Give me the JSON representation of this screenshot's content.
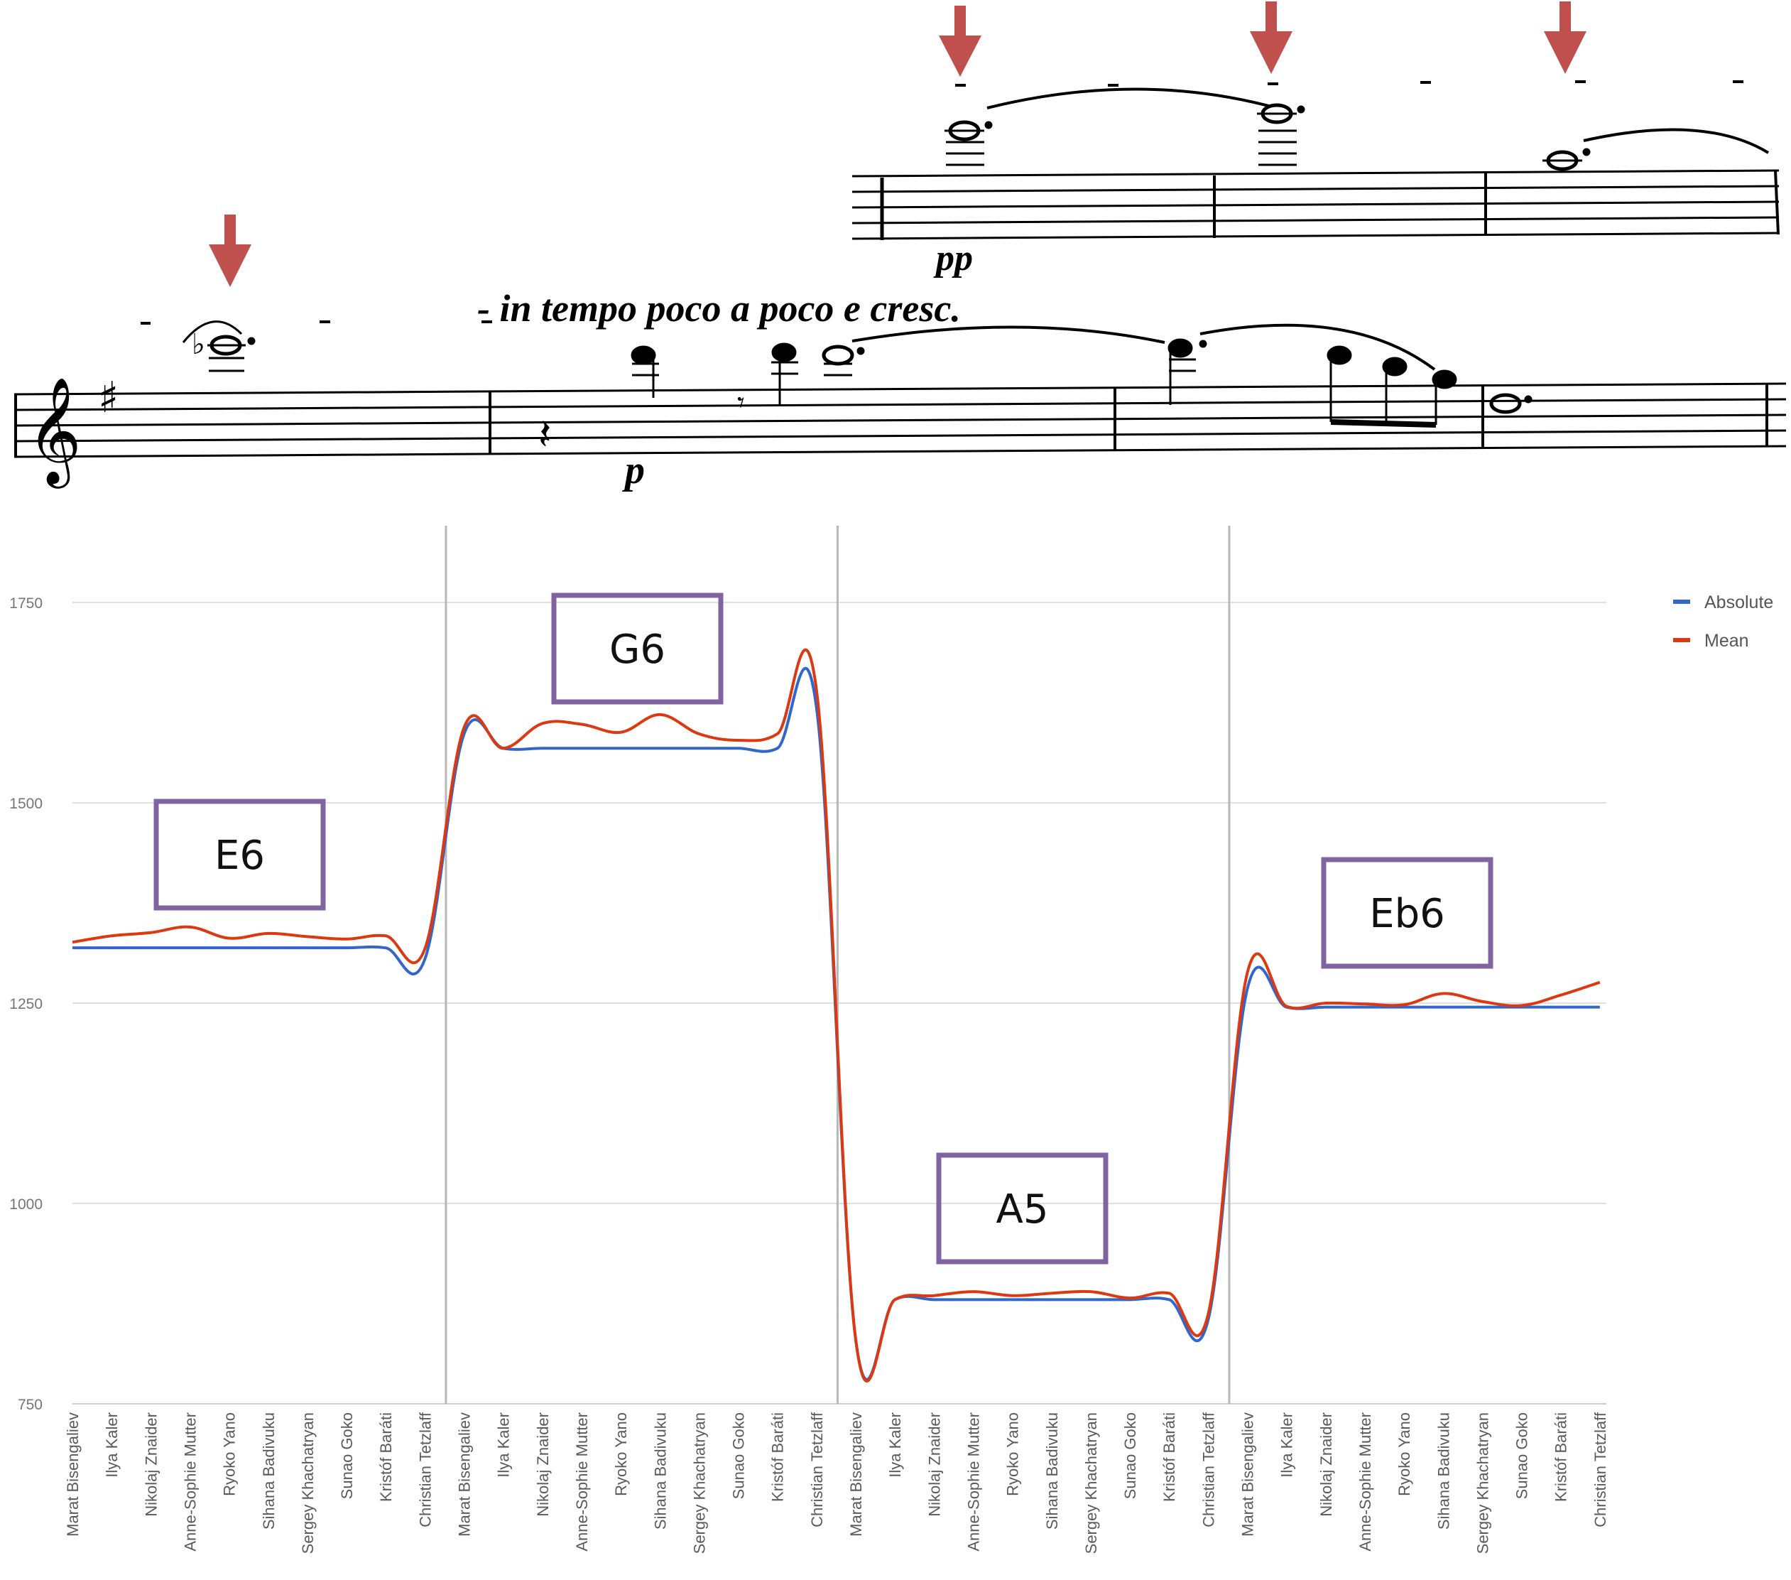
{
  "score": {
    "direction": "- in tempo  poco  a  poco  e  cresc.",
    "dynamics": [
      "pp",
      "p"
    ],
    "marker_color": "#c0504d",
    "marker_icon": "down-arrow-icon"
  },
  "chart_data": {
    "type": "line",
    "title": "",
    "xlabel": "",
    "ylabel": "",
    "ylim": [
      750,
      1750
    ],
    "yticks": [
      750,
      1000,
      1250,
      1500,
      1750
    ],
    "grid": true,
    "legend_position": "top-right",
    "groups": [
      {
        "label": "E6",
        "performers": [
          "Marat Bisengaliev",
          "Ilya Kaler",
          "Nikolaj Znaider",
          "Anne-Sophie Mutter",
          "Ryoko Yano",
          "Sihana Badivuku",
          "Sergey Khachatryan",
          "Sunao Goko",
          "Kristóf Baráti",
          "Christian Tetzlaff"
        ]
      },
      {
        "label": "G6",
        "performers": [
          "Marat Bisengaliev",
          "Ilya Kaler",
          "Nikolaj Znaider",
          "Anne-Sophie Mutter",
          "Ryoko Yano",
          "Sihana Badivuku",
          "Sergey Khachatryan",
          "Sunao Goko",
          "Kristóf Baráti",
          "Christian Tetzlaff"
        ]
      },
      {
        "label": "A5",
        "performers": [
          "Marat Bisengaliev",
          "Ilya Kaler",
          "Nikolaj Znaider",
          "Anne-Sophie Mutter",
          "Ryoko Yano",
          "Sihana Badivuku",
          "Sergey Khachatryan",
          "Sunao Goko",
          "Kristóf Baráti",
          "Christian Tetzlaff"
        ]
      },
      {
        "label": "Eb6",
        "performers": [
          "Marat Bisengaliev",
          "Ilya Kaler",
          "Nikolaj Znaider",
          "Anne-Sophie Mutter",
          "Ryoko Yano",
          "Sihana Badivuku",
          "Sergey Khachatryan",
          "Sunao Goko",
          "Kristóf Baráti",
          "Christian Tetzlaff"
        ]
      }
    ],
    "series": [
      {
        "name": "Absolute",
        "color": "#3366cc",
        "values": [
          1319,
          1319,
          1319,
          1319,
          1319,
          1319,
          1319,
          1319,
          1319,
          1305,
          1586,
          1568,
          1568,
          1568,
          1568,
          1568,
          1568,
          1568,
          1568,
          1618,
          830,
          880,
          880,
          880,
          880,
          880,
          880,
          880,
          880,
          855,
          1268,
          1245,
          1245,
          1245,
          1245,
          1245,
          1245,
          1245,
          1245,
          1245
        ]
      },
      {
        "name": "Mean",
        "color": "#dc3912",
        "values": [
          1326,
          1334,
          1338,
          1345,
          1331,
          1337,
          1333,
          1330,
          1334,
          1318,
          1594,
          1568,
          1599,
          1598,
          1588,
          1610,
          1586,
          1578,
          1586,
          1640,
          830,
          880,
          885,
          890,
          885,
          888,
          890,
          882,
          888,
          862,
          1288,
          1246,
          1250,
          1249,
          1248,
          1262,
          1252,
          1247,
          1260,
          1276
        ]
      }
    ]
  }
}
